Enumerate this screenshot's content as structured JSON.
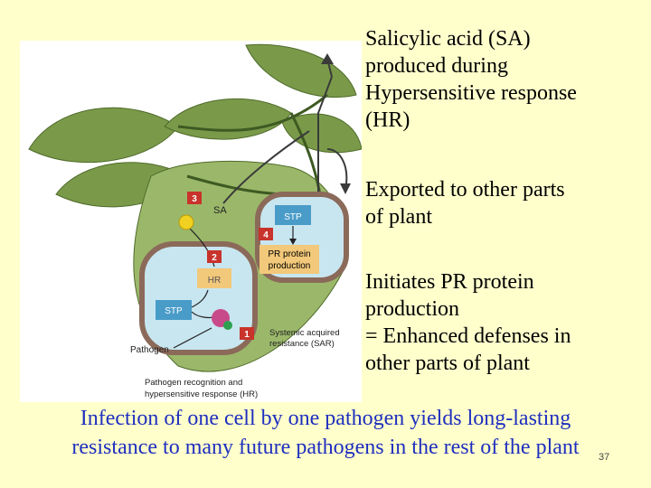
{
  "figure": {
    "labels": {
      "sa": "SA",
      "stp_top": "STP",
      "stp_left": "STP",
      "hr": "HR",
      "pr_line1": "PR protein",
      "pr_line2": "production",
      "pathogen": "Pathogen",
      "sar_line1": "Systemic acquired",
      "sar_line2": "resistance (SAR)",
      "recog_line1": "Pathogen recognition and",
      "recog_line2": "hypersensitive response (HR)"
    },
    "steps": [
      "1",
      "2",
      "3",
      "4"
    ],
    "colors": {
      "step_badge": "#c8332b",
      "leaf": "#7a9a4a",
      "cell_wall": "#8b6a5a",
      "cell_fill": "#c8e6f0",
      "stp_fill": "#4a9cc8",
      "sa_dot": "#f0d020",
      "hr_box": "#f2c87a",
      "pathogen_green": "#2ea050"
    }
  },
  "bullets": [
    {
      "lines": [
        "Salicylic acid (SA)",
        "produced during",
        "Hypersensitive response",
        "(HR)"
      ]
    },
    {
      "lines": [
        "Exported to other parts",
        "of plant"
      ]
    },
    {
      "lines": [
        "Initiates PR protein",
        "production",
        "= Enhanced defenses in",
        "other parts of plant"
      ]
    }
  ],
  "caption": {
    "line1": "Infection of one cell by one pathogen yields long-lasting",
    "line2": "resistance to many future pathogens in the rest of the plant"
  },
  "slide_number": "37",
  "colors": {
    "background": "#ffffcc",
    "caption_text": "#1f2fbf",
    "body_text": "#000000"
  }
}
